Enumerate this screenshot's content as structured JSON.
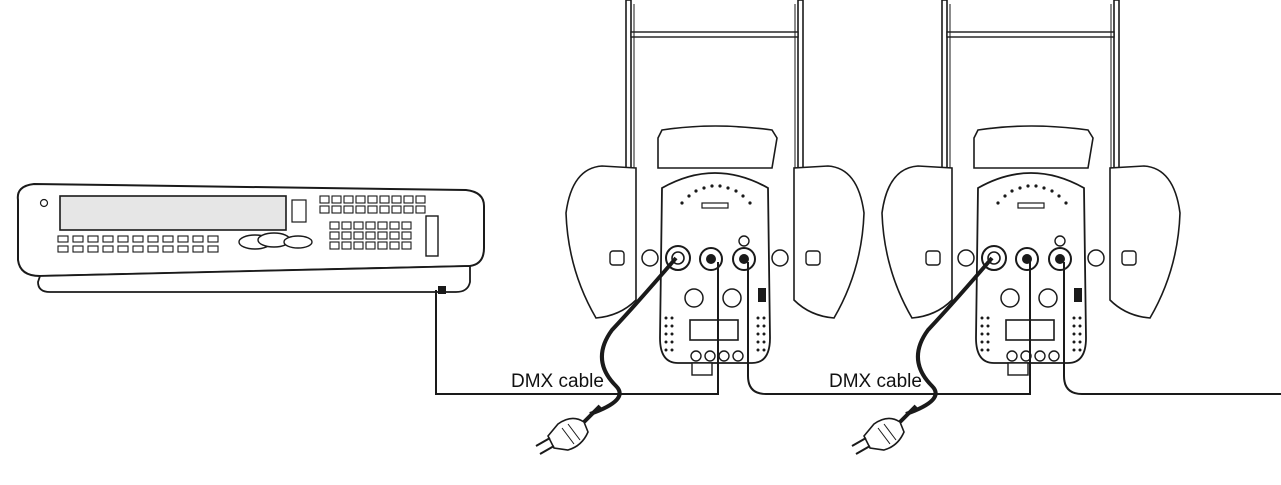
{
  "diagram": {
    "cable_labels": [
      "DMX cable",
      "DMX cable"
    ],
    "components": {
      "controller": "dmx-controller",
      "fixtures": [
        "fixture-1",
        "fixture-2"
      ],
      "plugs": [
        "power-plug-1",
        "power-plug-2"
      ]
    },
    "colors": {
      "line": "#1a1a1a",
      "fill": "#ffffff",
      "panel": "#e6e6e6"
    }
  }
}
